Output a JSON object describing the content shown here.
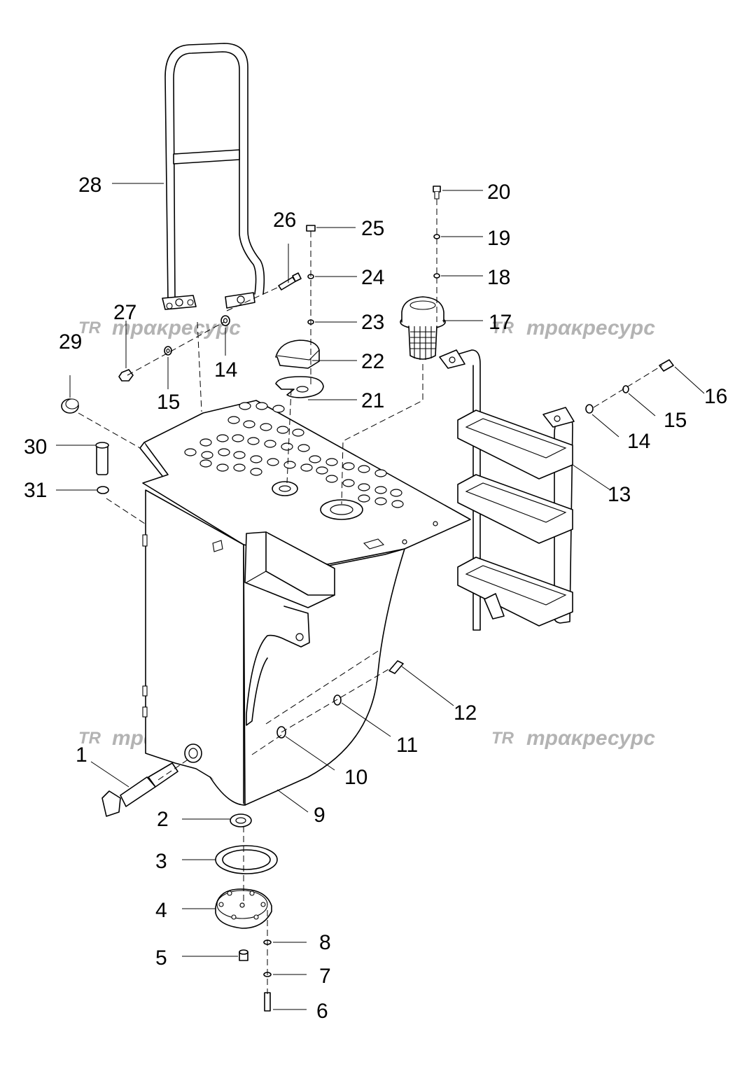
{
  "watermark": {
    "brand": "трακресурс",
    "logo": "TR"
  },
  "callouts": {
    "c1": "1",
    "c2": "2",
    "c3": "3",
    "c4": "4",
    "c5": "5",
    "c6": "6",
    "c7": "7",
    "c8": "8",
    "c9": "9",
    "c10": "10",
    "c11": "11",
    "c12": "12",
    "c13": "13",
    "c14a": "14",
    "c14b": "14",
    "c15a": "15",
    "c15b": "15",
    "c16": "16",
    "c17": "17",
    "c18": "18",
    "c19": "19",
    "c20": "20",
    "c21": "21",
    "c22": "22",
    "c23": "23",
    "c24": "24",
    "c25": "25",
    "c26": "26",
    "c27": "27",
    "c28": "28",
    "c29": "29",
    "c30": "30",
    "c31": "31"
  }
}
